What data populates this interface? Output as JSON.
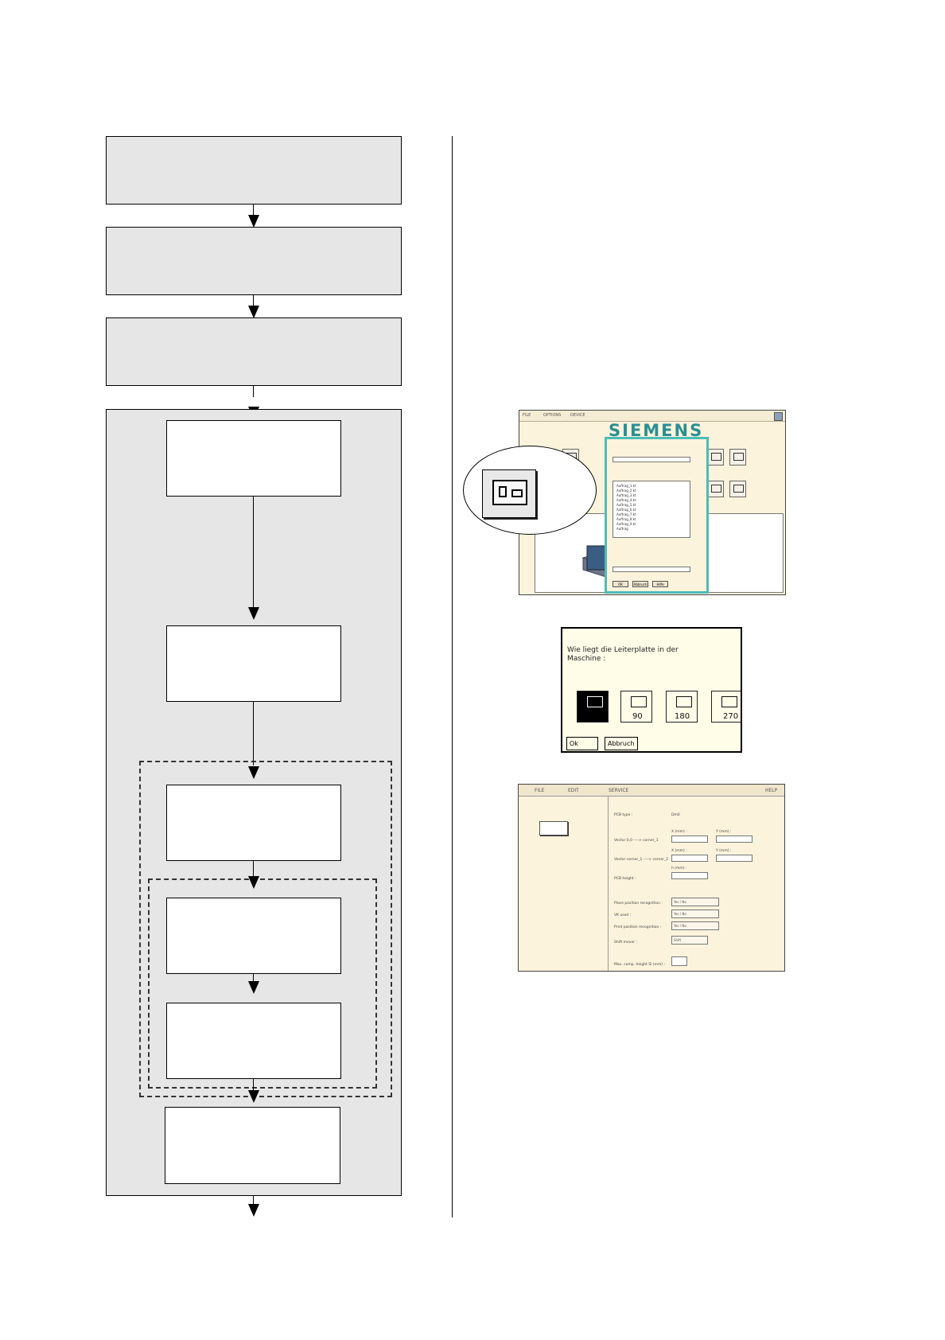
{
  "screenshot_1": {
    "menu": [
      "FILE",
      "OPTIONS",
      "DEVICE"
    ],
    "brand": "SIEMENS",
    "dialog_file_list": [
      "Auftrag_1.kt",
      "Auftrag_2.kt",
      "Auftrag_3.kt",
      "Auftrag_4.kt",
      "Auftrag_5.kt",
      "Auftrag_6.kt",
      "Auftrag_7.kt",
      "Auftrag_8.kt",
      "Auftrag_9.kt",
      "Auftrag"
    ],
    "dialog_buttons": [
      "OK",
      "Abbruch",
      "Hilfe"
    ]
  },
  "screenshot_2": {
    "question": "Wie liegt die Leiterplatte in der Maschine :",
    "orientations": [
      "",
      "90",
      "180",
      "270"
    ],
    "ok_label": "Ok",
    "cancel_label": "Abbruch"
  },
  "screenshot_3": {
    "menu": [
      "FILE",
      "EDIT",
      "SERVICE",
      "HELP"
    ],
    "pcb_type_label": "PCB type :",
    "pcb_type_value": "Dm0",
    "rows": [
      {
        "label": "Vector 0,0 ----> corner_1"
      },
      {
        "label": "Vector corner_1 ----> corner_2"
      },
      {
        "label": "PCB height :"
      },
      {
        "label": "Place position recognition :"
      },
      {
        "label": "VK used :"
      },
      {
        "label": "Print position recognition :"
      },
      {
        "label": "Shift mover :"
      },
      {
        "label": "Max. comp. height Sl (mm) :"
      }
    ],
    "x_label": "X (mm) :",
    "y_label": "Y (mm) :",
    "h_label": "h (mm) :",
    "yes": "Yes",
    "no": "No",
    "shift": "Shift"
  }
}
